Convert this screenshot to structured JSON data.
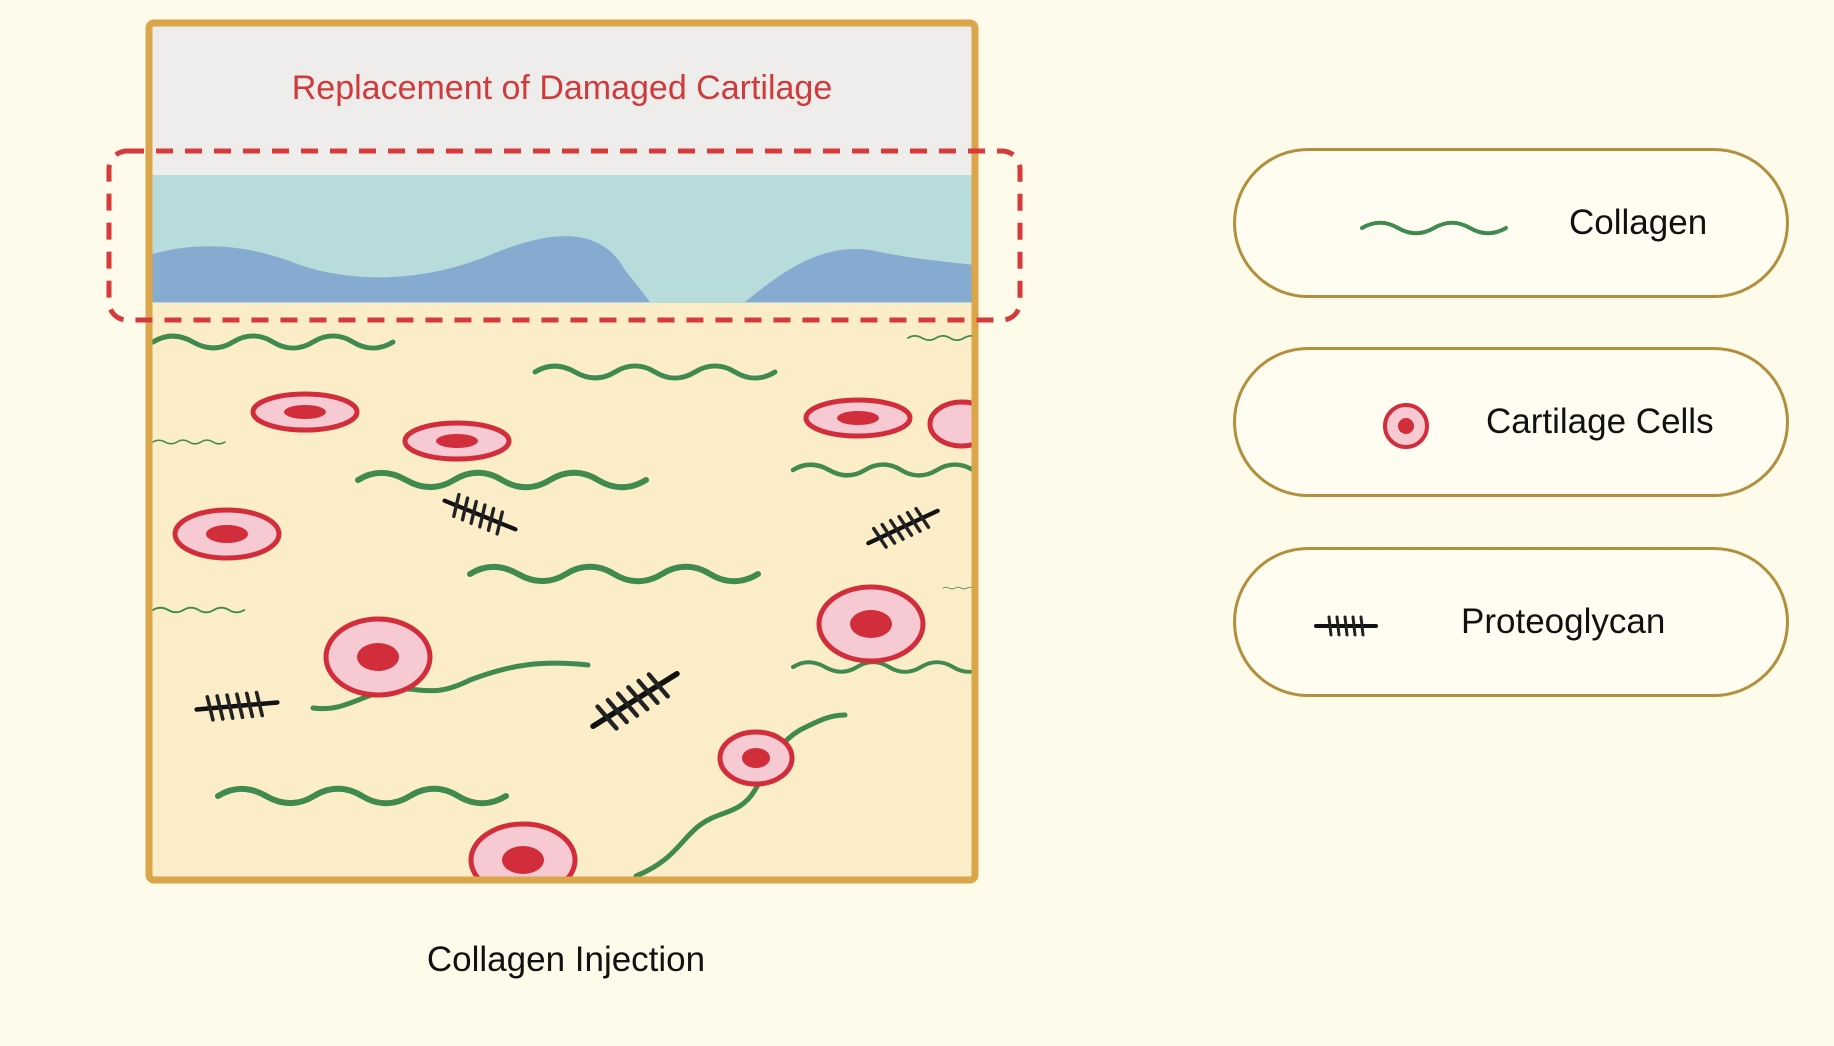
{
  "diagram": {
    "title": "Replacement of Damaged Cartilage",
    "caption": "Collagen Injection"
  },
  "legend": {
    "items": [
      {
        "label": "Collagen",
        "icon": "collagen-fiber-icon"
      },
      {
        "label": "Cartilage Cells",
        "icon": "cartilage-cell-icon"
      },
      {
        "label": "Proteoglycan",
        "icon": "proteoglycan-icon"
      }
    ]
  },
  "colors": {
    "background": "#fefbea",
    "panel_border": "#dba64a",
    "title_text": "#cf3a3a",
    "highlight_dash": "#d63a3a",
    "fluid_layer": "#b8dcdc",
    "damaged_cartilage": "#86abd0",
    "matrix": "#faedc8",
    "collagen": "#3f8a4c",
    "cell_ring": "#d22d3a",
    "cell_fill": "#f7c9d3",
    "proteoglycan": "#111111",
    "legend_border": "#b28f3c"
  }
}
